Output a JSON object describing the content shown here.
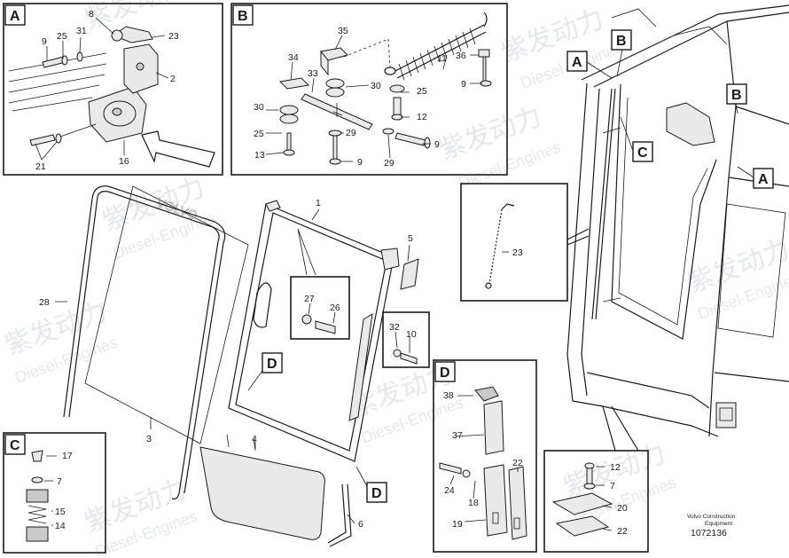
{
  "watermark": {
    "cn": "紫发动力",
    "en": "Diesel-Engines"
  },
  "views": {
    "A": "A",
    "B": "B",
    "C": "C",
    "D": "D"
  },
  "callouts": {
    "panelA": [
      "8",
      "9",
      "25",
      "31",
      "23",
      "2",
      "21",
      "16"
    ],
    "panelB": [
      "35",
      "11",
      "34",
      "33",
      "30",
      "36",
      "9",
      "30",
      "25",
      "12",
      "25",
      "29",
      "13",
      "9",
      "29",
      "9"
    ],
    "main": [
      "1",
      "5",
      "28",
      "3",
      "27",
      "26",
      "32",
      "10",
      "4",
      "6",
      "23"
    ],
    "panelC": [
      "17",
      "7",
      "15",
      "14"
    ],
    "panelD": [
      "38",
      "37",
      "24",
      "18",
      "22",
      "19"
    ],
    "panelD2": [
      "12",
      "7",
      "20",
      "22"
    ]
  },
  "footer": {
    "company": "Volvo Construction",
    "subtitle": "Equipment",
    "drawing_no": "1072136"
  }
}
